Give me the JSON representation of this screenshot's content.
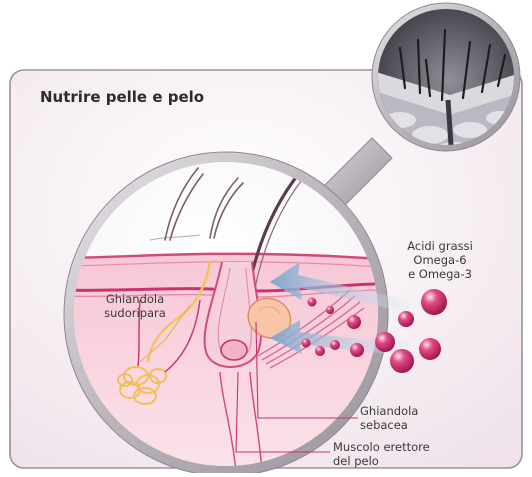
{
  "panel": {
    "title": "Nutrire pelle e pelo"
  },
  "labels": {
    "omega": [
      "Acidi grassi",
      "Omega-6",
      "e Omega-3"
    ],
    "sweat_gland": [
      "Ghiandola",
      "sudoripara"
    ],
    "sebaceous_gland": [
      "Ghiandola",
      "sebacea"
    ],
    "erector_muscle": [
      "Muscolo erettore",
      "del pelo"
    ]
  },
  "colors": {
    "panel_bg": "#f3e7ee",
    "panel_border": "#9e8fa0",
    "skin_pink": "#f3b8c9",
    "vessel": "#c8336e",
    "sweat_gland": "#f4d27a",
    "droplet": "#b81f5d",
    "arrow": "#9ab9d8"
  }
}
